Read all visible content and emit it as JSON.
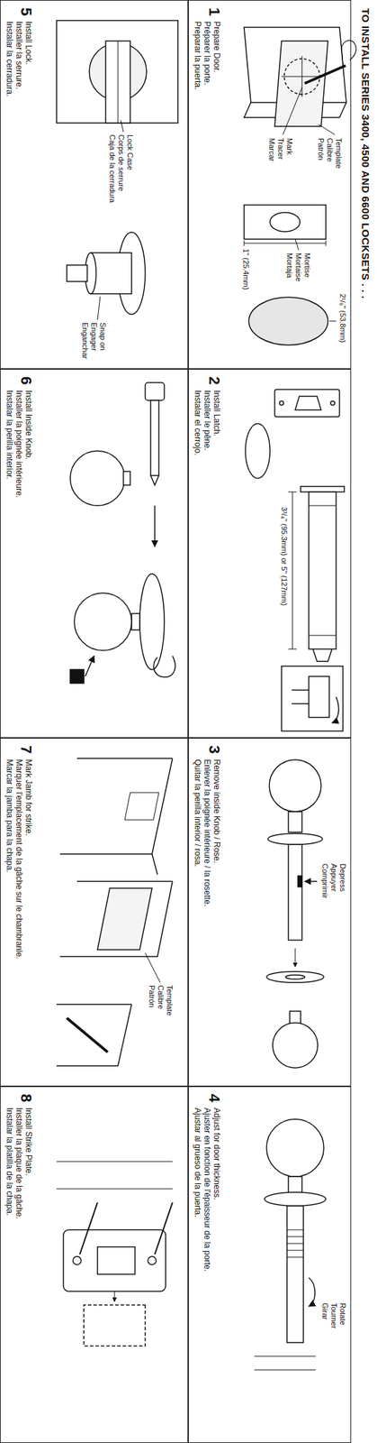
{
  "diagram": {
    "title": "TO INSTALL SERIES 3400, 4500 AND 6600 LOCKSETS . . .",
    "nodes": [
      {
        "text": [
          "1",
          "Prepare Door.",
          "Préparer la porte.",
          "Preparar la puerta."
        ]
      },
      {
        "text": [
          "2",
          "Install Latch.",
          "Installer le pêne.",
          "Instalar el cerrojo."
        ]
      },
      {
        "text": [
          "3",
          "Remove inside Knob / Rose.",
          "Enlever la poignée intérieure / la rosette.",
          "Quitar la perilla interior / rosa."
        ]
      },
      {
        "text": [
          "4",
          "Adjust for door thickness.",
          "Ajuster en fonction de l'épaisseur de la porte.",
          "Ajustar al grueso de la puerta."
        ]
      },
      {
        "text": [
          "5",
          "Install Lock.",
          "Installer la serrure.",
          "Instalar la cerradura."
        ]
      },
      {
        "text": [
          "6",
          "Install Inside Knob.",
          "Installer la poignée intérieure.",
          "Instalar la perilla interior."
        ]
      },
      {
        "text": [
          "7",
          "Mark Jamb for strike.",
          "Marquer l'emplacement de la gâche sur le chambranle.",
          "Marcar la jamba para la chapa."
        ]
      },
      {
        "text": [
          "8",
          "Install Strike Plate.",
          "Installer la plaque de la gâche.",
          "Instalar la platilla de la chapa."
        ]
      }
    ],
    "labels": [
      "Template",
      "Calibre",
      "Patrón",
      "Mark",
      "Tracer",
      "Marcar",
      "2¹/₈\" (53.8mm)",
      "1\" (25.4mm)",
      "Mortise",
      "Mortaise",
      "Mortaja",
      "3³/₄\" (95.3mm) or 5\" (127mm)",
      "Depress",
      "Appuyer",
      "Comprimir",
      "Rotate",
      "Tourner",
      "Girar",
      "Lock Case",
      "Corps de serrure",
      "Caja de la cerradura",
      "Snap on",
      "Engager",
      "Enganchar",
      "Template",
      "Calibre",
      "Patrón"
    ]
  }
}
